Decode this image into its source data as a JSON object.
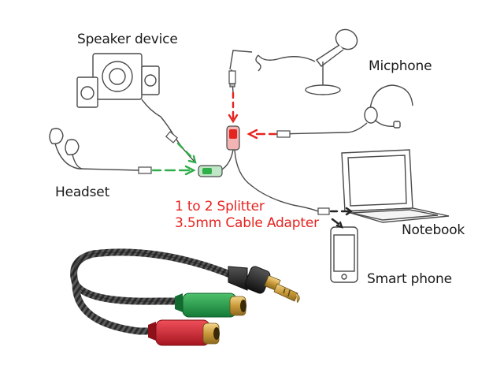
{
  "labels": {
    "speaker": "Speaker device",
    "mic": "Micphone",
    "headset": "Headset",
    "notebook": "Notebook",
    "phone": "Smart phone"
  },
  "splitter": {
    "line1": "1 to 2 Splitter",
    "line2": "3.5mm Cable Adapter"
  },
  "colors": {
    "red": "#e52420",
    "green": "#2fae4a",
    "plug_red": "#d8232c",
    "plug_green": "#1f9a4d",
    "line": "#4a4a4a"
  }
}
